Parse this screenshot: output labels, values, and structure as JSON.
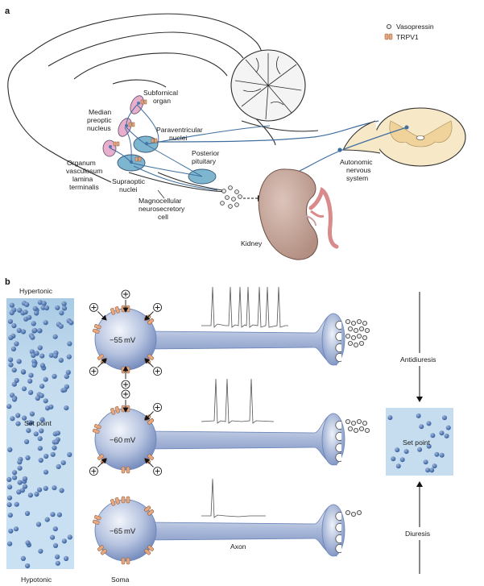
{
  "panel_a": {
    "label": "a",
    "legend": {
      "vasopressin": "Vasopressin",
      "trpv1": "TRPV1"
    },
    "labels": {
      "subfornical": [
        "Subfornical",
        "organ"
      ],
      "median_preoptic": [
        "Median",
        "preoptic",
        "nucleus"
      ],
      "paraventricular": [
        "Paraventricular",
        "nuclei"
      ],
      "organum": [
        "Organum",
        "vasculosum",
        "lamina",
        "terminalis"
      ],
      "supraoptic": [
        "Supraoptic",
        "nuclei"
      ],
      "posterior_pituitary": [
        "Posterior",
        "pituitary"
      ],
      "magnocellular": [
        "Magnocellular",
        "neurosecretory",
        "cell"
      ],
      "autonomic": [
        "Autonomic",
        "nervous",
        "system"
      ],
      "kidney": "Kidney"
    }
  },
  "panel_b": {
    "label": "b",
    "gradient_top": "Hypertonic",
    "gradient_mid": "Set point",
    "gradient_bottom": "Hypotonic",
    "neurons": [
      {
        "potential": "−55 mV"
      },
      {
        "potential": "−60 mV"
      },
      {
        "potential": "−65 mV"
      }
    ],
    "axon_label": "Axon",
    "soma_label": "Soma",
    "right": {
      "antidiuresis": "Antidiuresis",
      "set_point": "Set point",
      "diuresis": "Diuresis"
    }
  },
  "colors": {
    "neuron_blue": "#7f98c8",
    "nucleus_teal": "#7fb6cf",
    "nucleus_pink": "#e8aecb",
    "trpv1_orange": "#e9a77d",
    "kidney_tan": "#c8a89d",
    "spinal_cream": "#f6e4bd",
    "fluid_blue": "#c7dff0",
    "particle_blue": "#4f78b4"
  }
}
